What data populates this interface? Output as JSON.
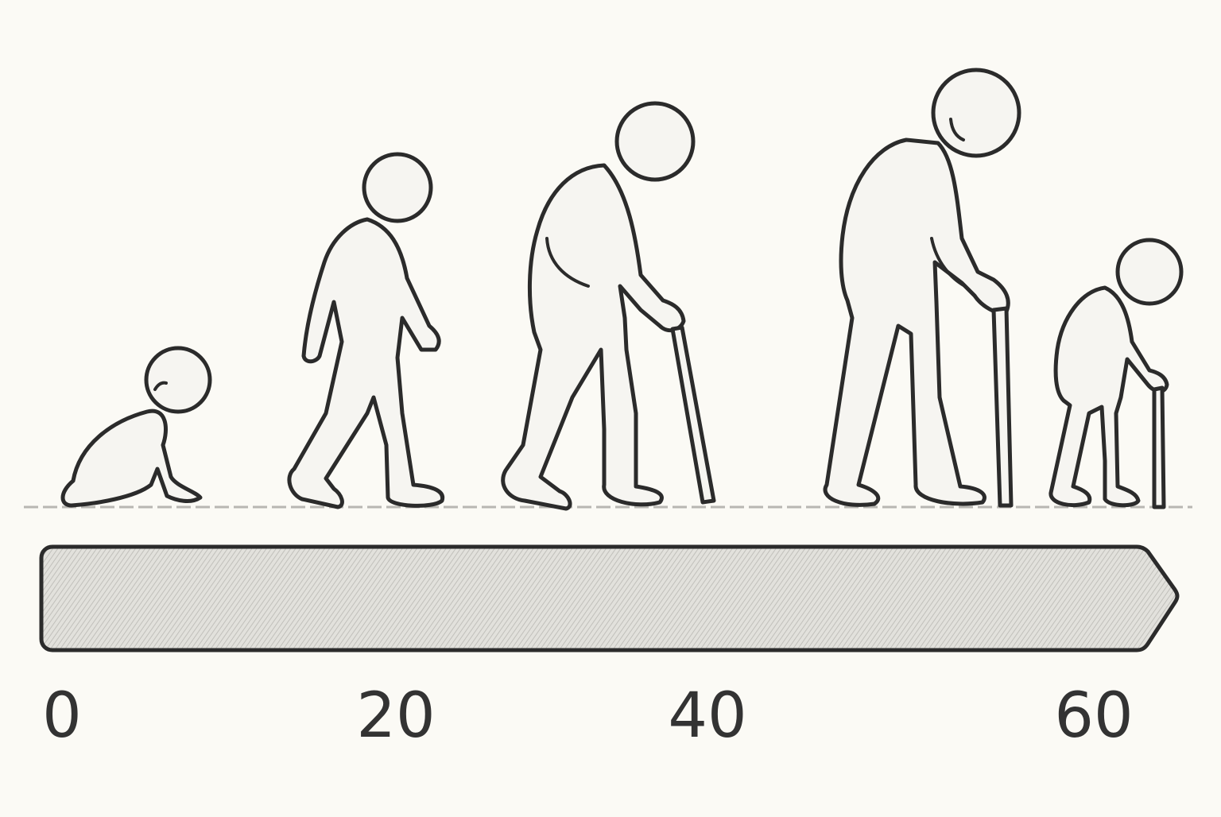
{
  "timeline": {
    "ticks": [
      "0",
      "20",
      "40",
      "60"
    ]
  },
  "figures": [
    "crawling-baby",
    "walking-youth",
    "adult-with-cane",
    "elder-with-cane",
    "stooped-elder-with-cane"
  ],
  "colors": {
    "background": "#fbfaf5",
    "ink": "#2b2b2b",
    "bar_fill": "#e2e1dc"
  }
}
